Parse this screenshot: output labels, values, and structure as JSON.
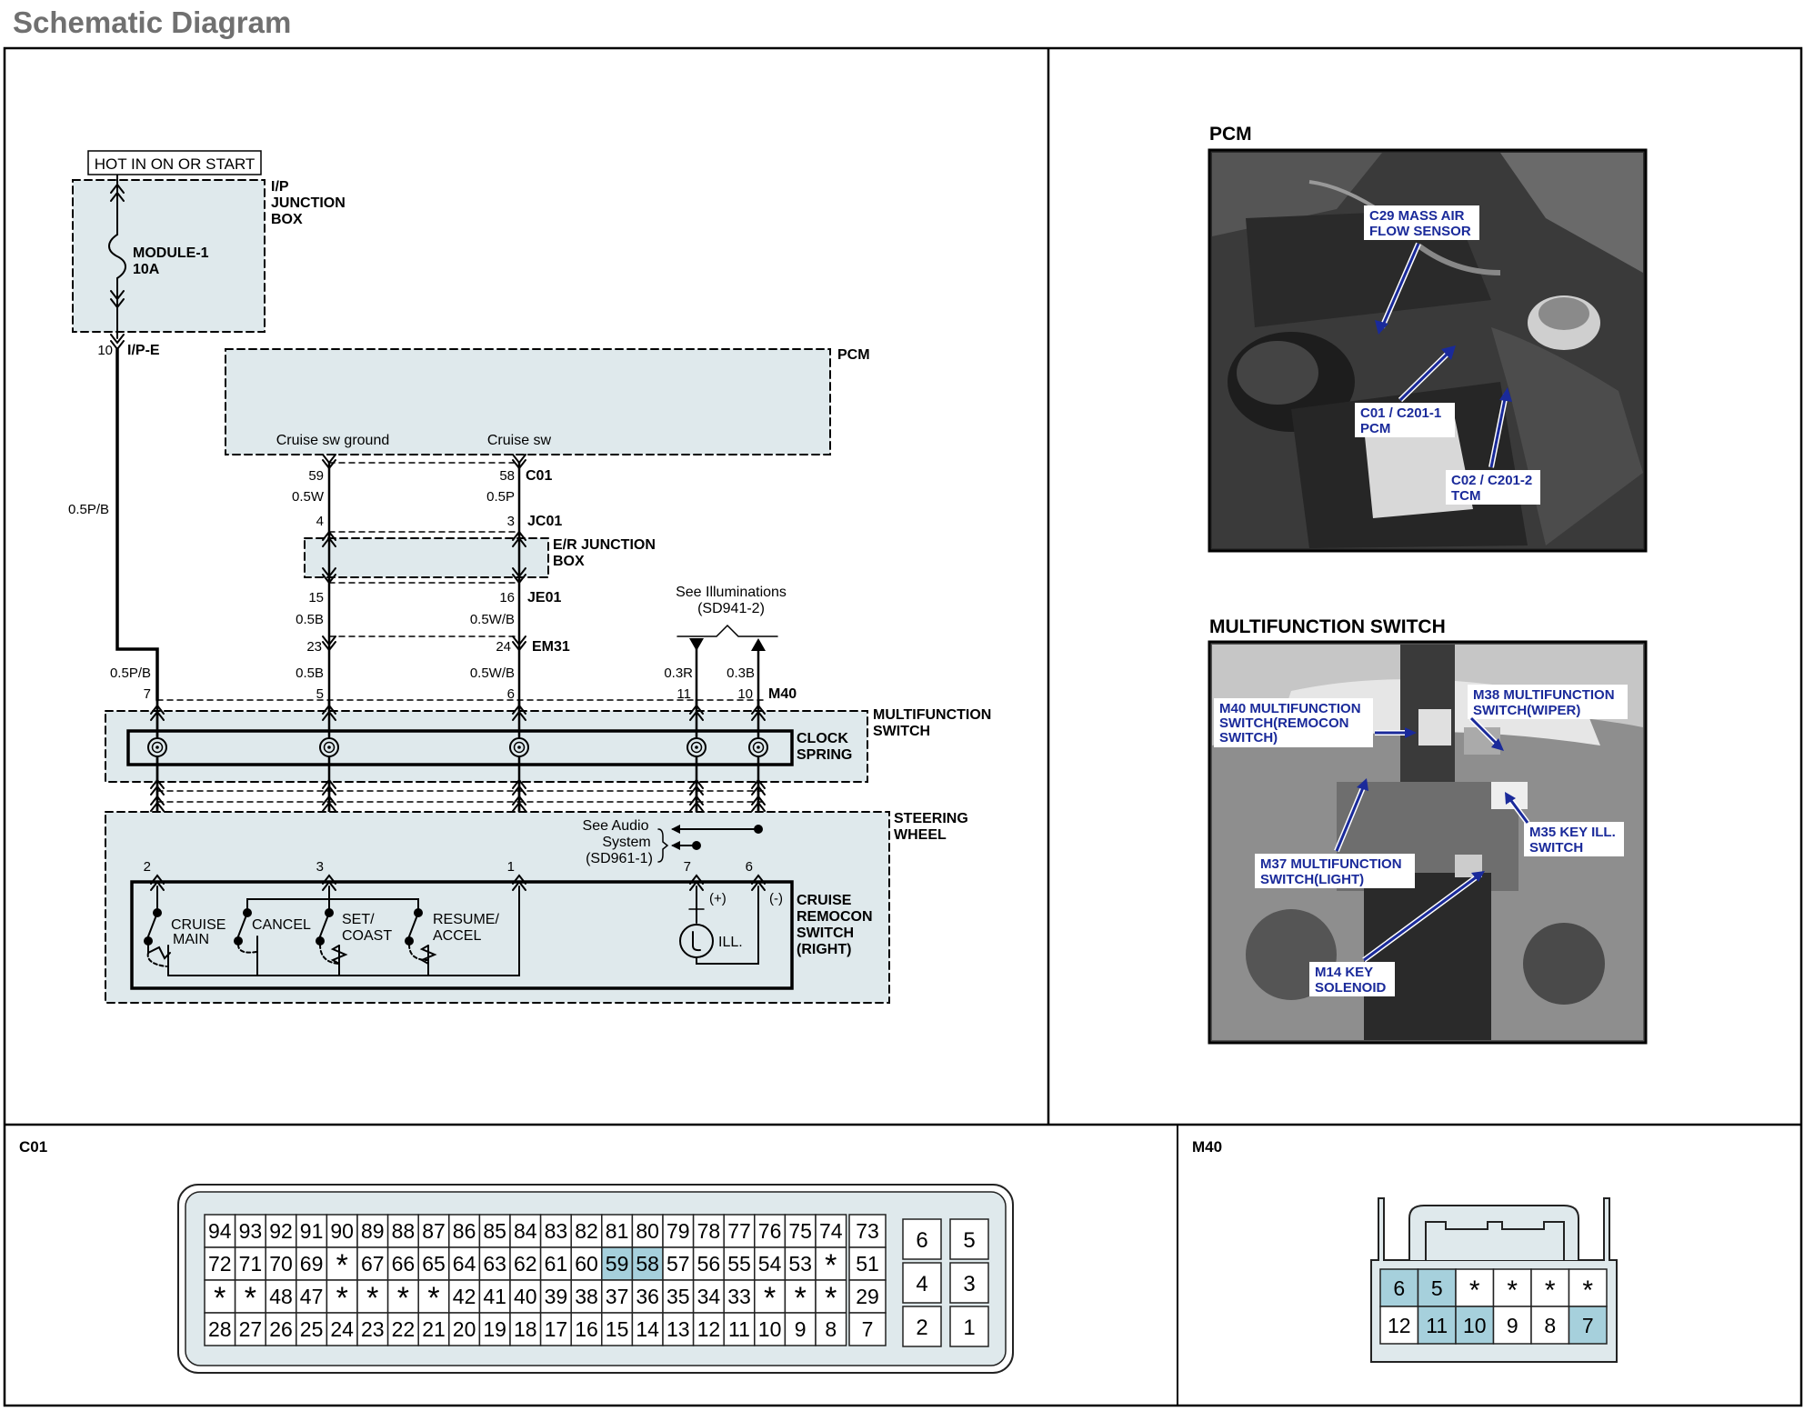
{
  "page": {
    "title": "Schematic Diagram"
  },
  "schematic": {
    "power_label": "HOT IN ON OR START",
    "ip_box": [
      "I/P",
      "JUNCTION",
      "BOX"
    ],
    "fuse": [
      "MODULE-1",
      "10A"
    ],
    "ipe_pin": "10",
    "ipe_conn": "I/P-E",
    "wire_left": "0.5P/B",
    "pcm": "PCM",
    "cruise_ground": "Cruise sw ground",
    "cruise_sw": "Cruise sw",
    "pins": {
      "p59": "59",
      "p58": "58",
      "c01": "C01",
      "w05w": "0.5W",
      "w05p": "0.5P",
      "p4": "4",
      "p3": "3",
      "jc01": "JC01",
      "p15": "15",
      "p16": "16",
      "je01": "JE01",
      "w05b_a": "0.5B",
      "w05wb_a": "0.5W/B",
      "p23": "23",
      "p24": "24",
      "em31": "EM31",
      "w05pb": "0.5P/B",
      "w05b_b": "0.5B",
      "w05wb_b": "0.5W/B",
      "w03r": "0.3R",
      "w03b": "0.3B",
      "p7": "7",
      "p5": "5",
      "p6": "6",
      "p11": "11",
      "p10": "10",
      "m40": "M40",
      "s2": "2",
      "s3": "3",
      "s1": "1",
      "s7": "7",
      "s6": "6"
    },
    "er_box": [
      "E/R JUNCTION",
      "BOX"
    ],
    "illum_ref": [
      "See Illuminations",
      "(SD941-2)"
    ],
    "mfs": [
      "MULTIFUNCTION",
      "SWITCH"
    ],
    "clock_spring": [
      "CLOCK",
      "SPRING"
    ],
    "steering": [
      "STEERING",
      "WHEEL"
    ],
    "audio_ref": [
      "See Audio",
      "System",
      "(SD961-1)"
    ],
    "plus": "(+)",
    "minus": "(-)",
    "remocon": [
      "CRUISE",
      "REMOCON",
      "SWITCH",
      "(RIGHT)"
    ],
    "sw_cruise": [
      "CRUISE",
      "MAIN"
    ],
    "sw_cancel": "CANCEL",
    "sw_set": [
      "SET/",
      "COAST"
    ],
    "sw_resume": [
      "RESUME/",
      "ACCEL"
    ],
    "ill": "ILL."
  },
  "photos": {
    "pcm_title": "PCM",
    "pcm_labels": {
      "maf": [
        "C29 MASS AIR",
        "FLOW SENSOR"
      ],
      "c01": [
        "C01 / C201-1",
        "PCM"
      ],
      "c02": [
        "C02 / C201-2",
        "TCM"
      ]
    },
    "mfs_title": "MULTIFUNCTION SWITCH",
    "mfs_labels": {
      "m40": [
        "M40 MULTIFUNCTION",
        "SWITCH(REMOCON",
        "SWITCH)"
      ],
      "m38": [
        "M38 MULTIFUNCTION",
        "SWITCH(WIPER)"
      ],
      "m37": [
        "M37 MULTIFUNCTION",
        "SWITCH(LIGHT)"
      ],
      "m35": [
        "M35 KEY ILL.",
        "SWITCH"
      ],
      "m14": [
        "M14 KEY",
        "SOLENOID"
      ]
    }
  },
  "connectors": {
    "c01_title": "C01",
    "m40_title": "M40",
    "c01_rows": [
      [
        "94",
        "93",
        "92",
        "91",
        "90",
        "89",
        "88",
        "87",
        "86",
        "85",
        "84",
        "83",
        "82",
        "81",
        "80",
        "79",
        "78",
        "77",
        "76",
        "75",
        "74"
      ],
      [
        "72",
        "71",
        "70",
        "69",
        "*",
        "67",
        "66",
        "65",
        "64",
        "63",
        "62",
        "61",
        "60",
        "59",
        "58",
        "57",
        "56",
        "55",
        "54",
        "53",
        "*"
      ],
      [
        "*",
        "*",
        "48",
        "47",
        "*",
        "*",
        "*",
        "*",
        "42",
        "41",
        "40",
        "39",
        "38",
        "37",
        "36",
        "35",
        "34",
        "33",
        "*",
        "*",
        "*"
      ],
      [
        "28",
        "27",
        "26",
        "25",
        "24",
        "23",
        "22",
        "21",
        "20",
        "19",
        "18",
        "17",
        "16",
        "15",
        "14",
        "13",
        "12",
        "11",
        "10",
        "9",
        "8"
      ]
    ],
    "c01_side": [
      "73",
      "51",
      "29",
      "7"
    ],
    "c01_right": [
      [
        "6",
        "5"
      ],
      [
        "4",
        "3"
      ],
      [
        "2",
        "1"
      ]
    ],
    "c01_highlight": [
      "59",
      "58"
    ],
    "m40_rows": [
      [
        "6",
        "5",
        "*",
        "*",
        "*",
        "*"
      ],
      [
        "12",
        "11",
        "10",
        "9",
        "8",
        "7"
      ]
    ],
    "m40_highlight": [
      "6",
      "5",
      "11",
      "10",
      "7"
    ],
    "highlight_color": "#a6d0dc"
  }
}
